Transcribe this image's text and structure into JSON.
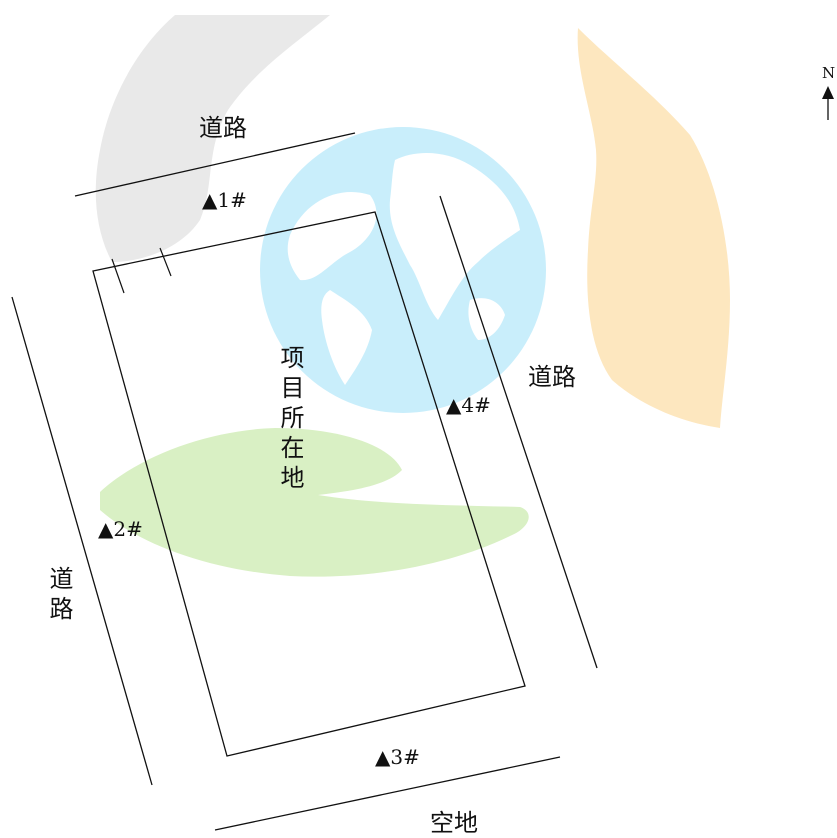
{
  "roads": {
    "north": "道路",
    "east": "道路",
    "west": "道路",
    "south_vacant": "空地"
  },
  "site_label": "项目所在地",
  "points": {
    "p1": "▲1#",
    "p2": "▲2#",
    "p3": "▲3#",
    "p4": "▲4#"
  },
  "north_arrow": {
    "label": "N"
  },
  "watermark_icons": [
    "grey-hand-icon",
    "globe-icon",
    "orange-hand-icon",
    "green-hand-icon"
  ],
  "colors": {
    "line": "#111111",
    "globe_water": "#c9eefb",
    "globe_land": "#ffffff",
    "hand_grey": "#e9e9e9",
    "hand_orange": "#fde7bf",
    "hand_green": "#d9f0c4"
  }
}
